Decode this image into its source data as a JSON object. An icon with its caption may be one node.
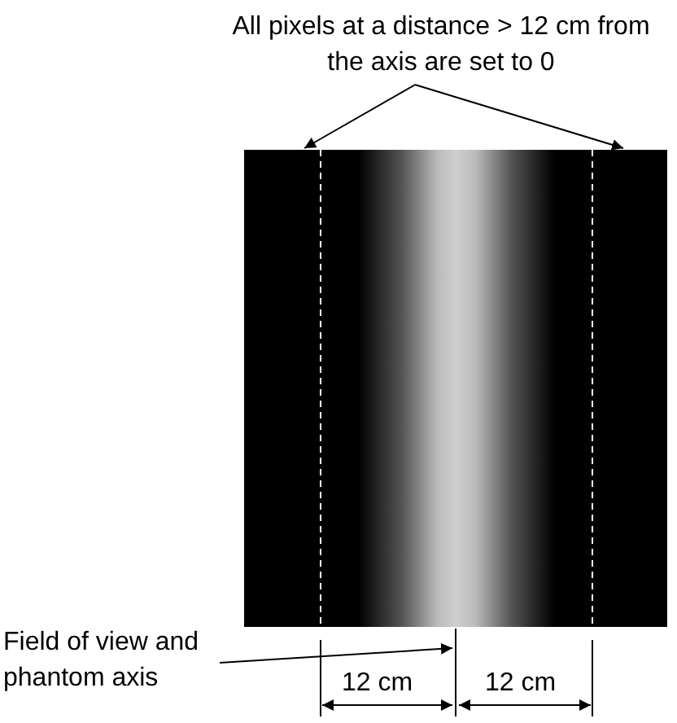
{
  "diagram": {
    "nodes": [
      {
        "text": [
          "All pixels at a distance > 12 cm from the axis are set to 0"
        ]
      },
      {
        "text": [],
        "shape": "box"
      },
      {
        "text": [],
        "shape": "box"
      },
      {
        "text": [
          "Field of view and phantom axis"
        ]
      }
    ],
    "edges": [
      {
        "from": 0,
        "to": 1,
        "arrow": "to"
      },
      {
        "from": 0,
        "to": 2,
        "arrow": "to"
      },
      {
        "from": 3,
        "to": null,
        "arrow": "to"
      }
    ],
    "labels": [
      "12 cm",
      "12 cm"
    ]
  }
}
